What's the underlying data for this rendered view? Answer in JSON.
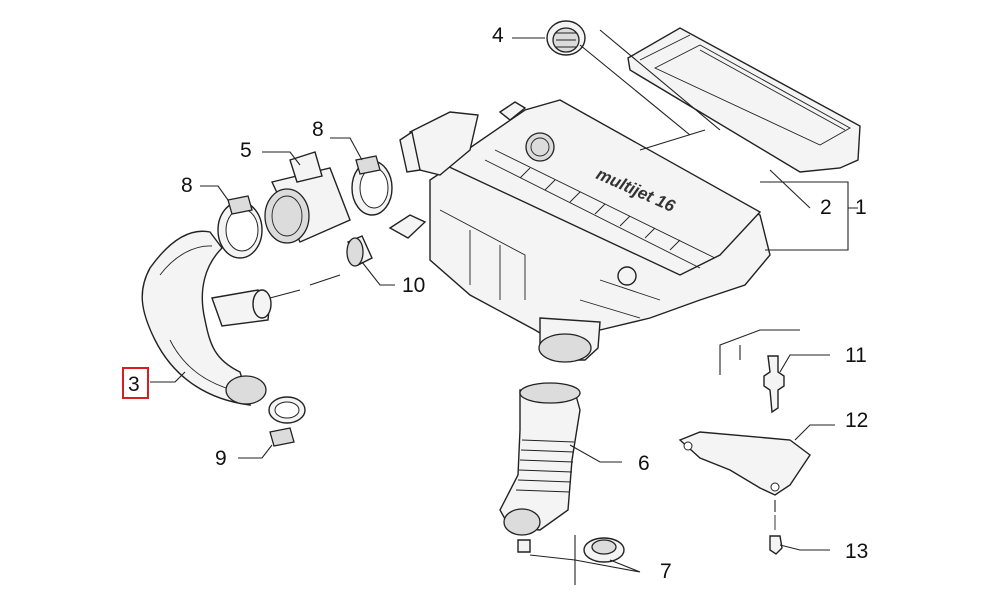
{
  "diagram": {
    "parts": [
      {
        "number": "1"
      },
      {
        "number": "2"
      },
      {
        "number": "3",
        "highlighted": true
      },
      {
        "number": "4"
      },
      {
        "number": "5"
      },
      {
        "number": "6"
      },
      {
        "number": "7"
      },
      {
        "number": "8"
      },
      {
        "number": "8"
      },
      {
        "number": "9"
      },
      {
        "number": "10"
      },
      {
        "number": "11"
      },
      {
        "number": "12"
      },
      {
        "number": "13"
      }
    ],
    "cover_logo_text": "multijet 16",
    "highlight_color": "#d81e1e"
  }
}
